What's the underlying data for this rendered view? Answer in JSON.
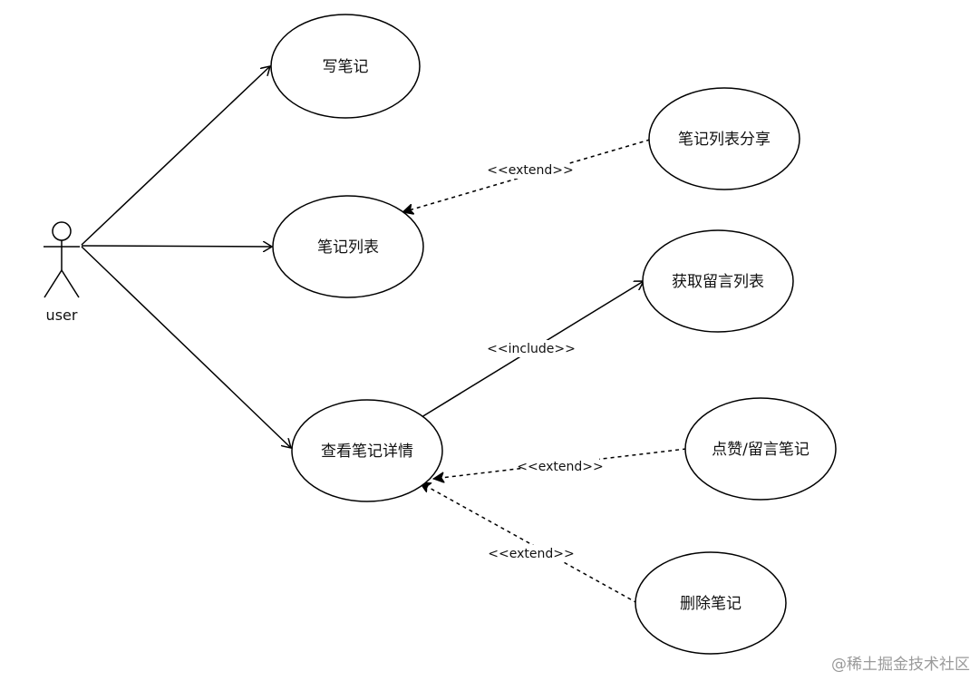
{
  "actor": {
    "label": "user"
  },
  "use_cases": {
    "write_note": "写笔记",
    "note_list": "笔记列表",
    "view_note_detail": "查看笔记详情",
    "share_note_list": "笔记列表分享",
    "get_comment_list": "获取留言列表",
    "like_comment_note": "点赞/留言笔记",
    "delete_note": "删除笔记"
  },
  "relations": {
    "extend_share": "<<extend>>",
    "include_comments": "<<include>>",
    "extend_like": "<<extend>>",
    "extend_delete": "<<extend>>"
  },
  "watermark": "@稀土掘金技术社区",
  "colors": {
    "stroke": "#000000",
    "background": "#ffffff",
    "watermark": "#9a9a9a"
  }
}
